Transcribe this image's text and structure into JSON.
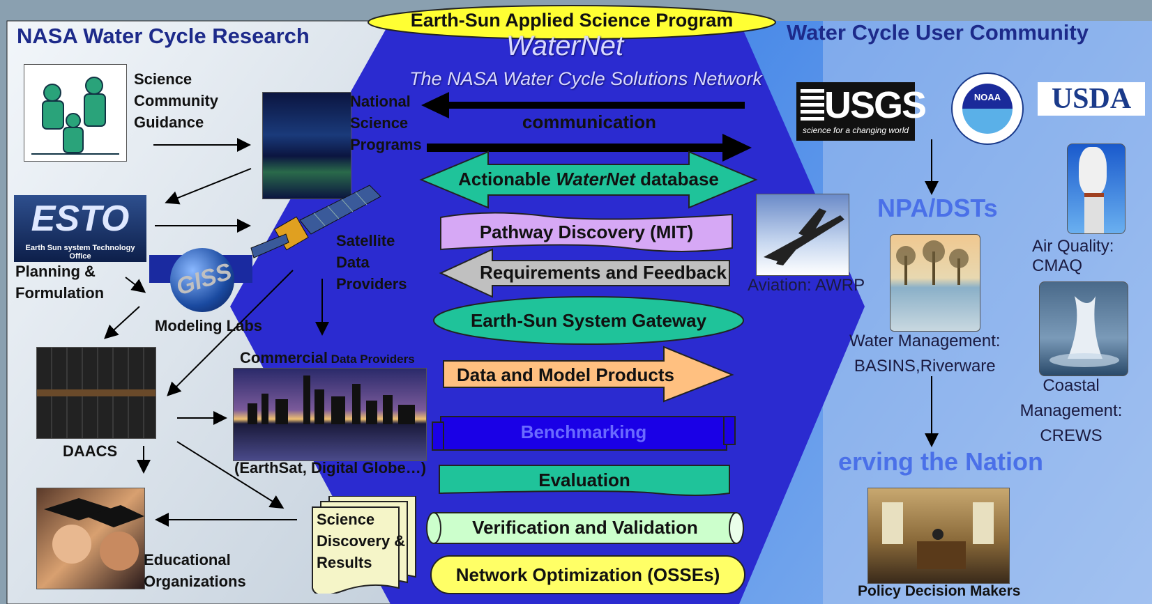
{
  "banner": "Earth-Sun Applied Science Program",
  "center": {
    "title": "WaterNet",
    "subtitle": "The NASA Water Cycle Solutions Network",
    "communication": "communication",
    "database_prefix": "Actionable ",
    "database_italic": "WaterNet",
    "database_suffix": " database",
    "pathway": "Pathway Discovery (MIT)",
    "requirements": "Requirements and Feedback",
    "gateway": "Earth-Sun System Gateway",
    "products": "Data and Model Products",
    "benchmarking": "Benchmarking",
    "evaluation": "Evaluation",
    "verification": "Verification and Validation",
    "optimization": "Network Optimization (OSSEs)"
  },
  "left": {
    "title": "NASA Water Cycle Research",
    "science_guidance": [
      "Science",
      "Community",
      "Guidance"
    ],
    "national_programs": [
      "National",
      "Science",
      "Programs"
    ],
    "esto_logo": "ESTO",
    "esto_caption": "Earth Sun system Technology Office",
    "planning": [
      "Planning &",
      "Formulation"
    ],
    "giss_logo": "GISS",
    "modeling_labs": "Modeling Labs",
    "satellite": [
      "Satellite",
      "Data",
      "Providers"
    ],
    "commercial_main": "Commercial",
    "commercial_sub": " Data Providers",
    "commercial_examples": "(EarthSat, Digital Globe…)",
    "daacs": "DAACS",
    "science_discovery": [
      "Science",
      "Discovery &",
      "Results"
    ],
    "educational": [
      "Educational",
      "Organizations"
    ]
  },
  "right": {
    "title": "Water Cycle User Community",
    "usgs_logo": "USGS",
    "usgs_tagline": "science for a changing world",
    "noaa_logo": "NOAA",
    "usda_logo": "USDA",
    "npa": "NPA/DSTs",
    "aviation": "Aviation: AWRP",
    "air_quality": [
      "Air Quality:",
      "CMAQ"
    ],
    "water_mgmt": [
      "Water Management:",
      "BASINS,Riverware"
    ],
    "coastal": [
      "Coastal",
      "Management:",
      "CREWS"
    ],
    "serving": "erving the Nation",
    "policy": "Policy Decision Makers"
  },
  "colors": {
    "hexagon": "#2b2bd0",
    "right_panel": "#3b78dc",
    "banner_fill": "#ffff33",
    "database_fill": "#1fc39a",
    "pathway_fill": "#d6a8f5",
    "requirements_fill": "#c0c0c0",
    "gateway_fill": "#1fc39a",
    "products_fill": "#ffc080",
    "benchmarking_fill": "#1a00e6",
    "evaluation_fill": "#1fc39a",
    "verification_fill": "#ccffcc",
    "optimization_fill": "#ffff66"
  }
}
